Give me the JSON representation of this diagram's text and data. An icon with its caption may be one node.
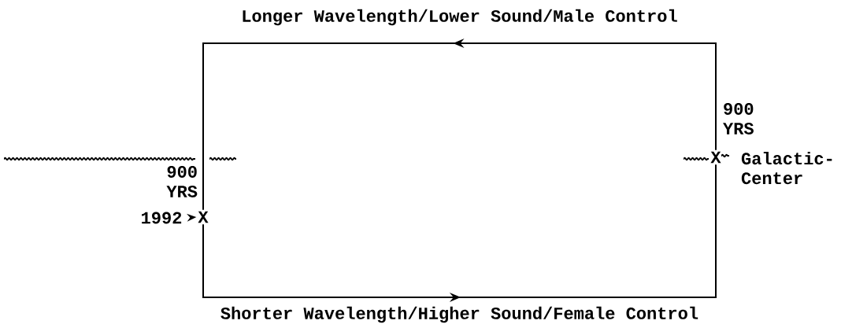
{
  "diagram": {
    "nodes": [
      {
        "text": [
          "X"
        ]
      },
      {
        "text": [
          "X"
        ]
      },
      {
        "text": [
          "1992"
        ]
      }
    ],
    "edges": [
      {
        "from": 1,
        "to": 0,
        "arrow": "to",
        "label": "Longer Wavelength/Lower Sound/Male Control"
      },
      {
        "from": 0,
        "to": 1,
        "arrow": "to",
        "label": "Shorter Wavelength/Higher Sound/Female Control"
      },
      {
        "from": 2,
        "to": 0,
        "arrow": "to"
      }
    ],
    "labels": [
      "900 YRS",
      "900 YRS",
      "Galactic- Center"
    ]
  }
}
